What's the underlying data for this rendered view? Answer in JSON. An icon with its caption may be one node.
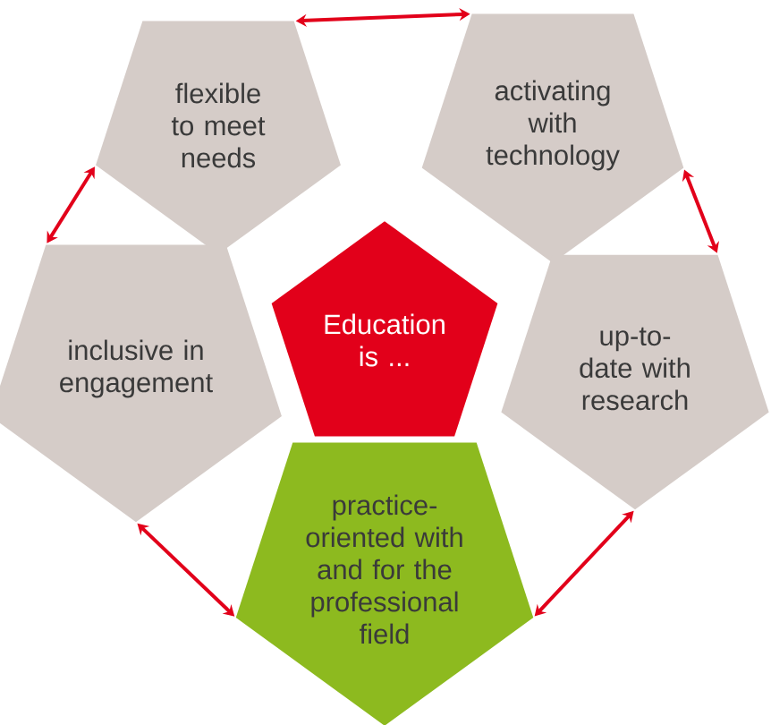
{
  "diagram": {
    "nodes": [
      {
        "text": [
          "flexible to meet needs"
        ]
      },
      {
        "text": [
          "activating with technology"
        ]
      },
      {
        "text": [
          "Education is ..."
        ]
      },
      {
        "text": [
          "inclusive in engagement"
        ]
      },
      {
        "text": [
          "up-to-date with research"
        ]
      },
      {
        "text": [
          "practice-oriented with and for the professional field"
        ]
      }
    ],
    "edges": [
      {
        "from": 0,
        "to": 1,
        "arrow": "both"
      },
      {
        "from": 0,
        "to": 3,
        "arrow": "both"
      },
      {
        "from": 1,
        "to": 4,
        "arrow": "both"
      },
      {
        "from": 3,
        "to": 5,
        "arrow": "both"
      },
      {
        "from": 4,
        "to": 5,
        "arrow": "both"
      }
    ]
  }
}
